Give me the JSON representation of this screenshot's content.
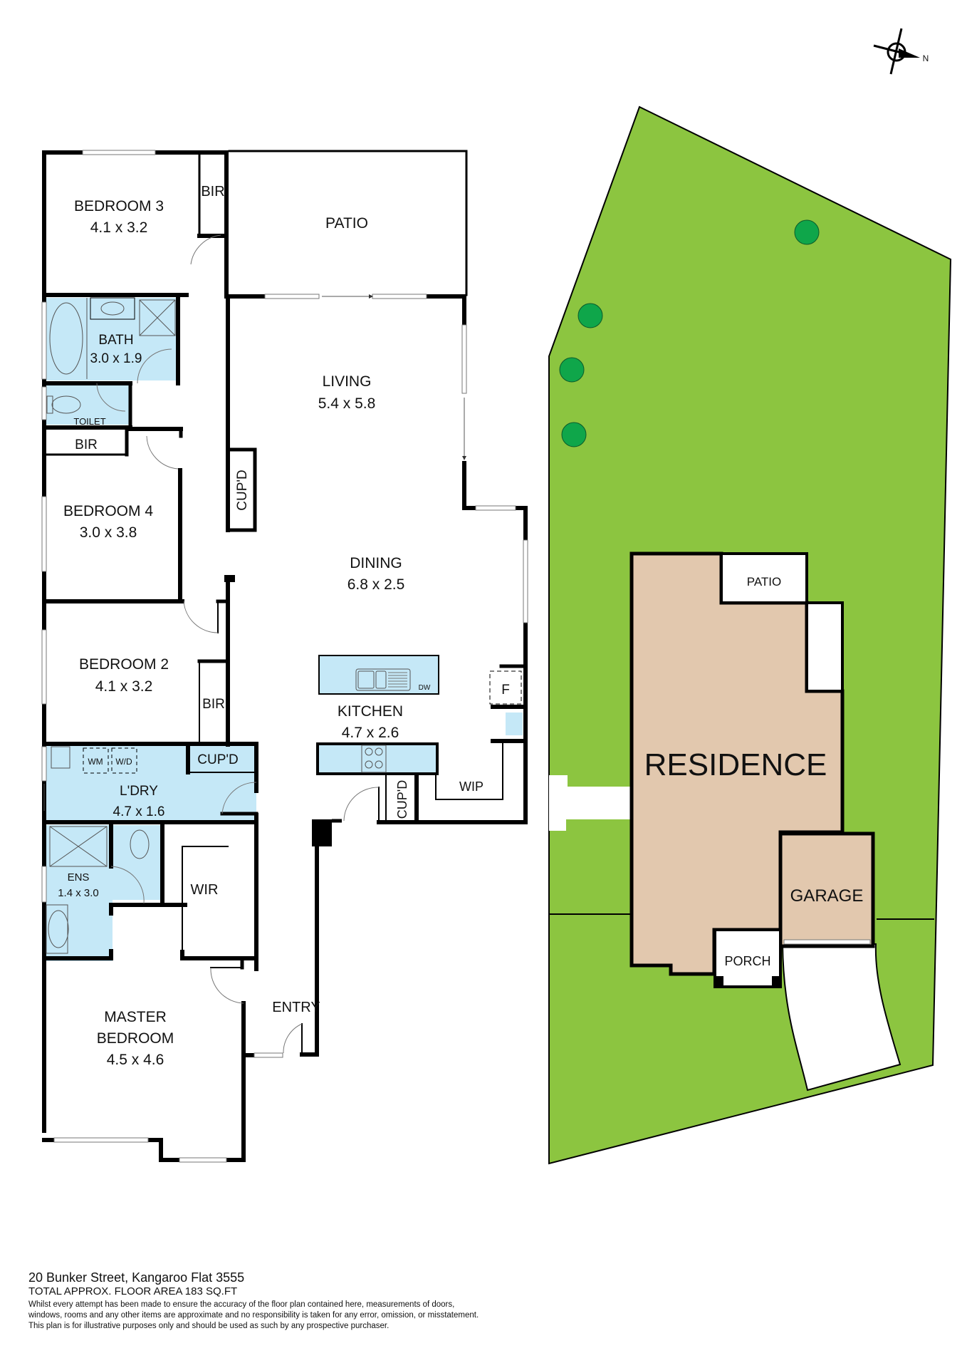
{
  "compass": {
    "label": "N"
  },
  "rooms": {
    "bedroom3": {
      "name": "BEDROOM 3",
      "dims": "4.1 x 3.2"
    },
    "bir_top": {
      "name": "BIR"
    },
    "patio": {
      "name": "PATIO"
    },
    "bath": {
      "name": "BATH",
      "dims": "3.0 x 1.9"
    },
    "toilet": {
      "name": "TOILET"
    },
    "bir_mid": {
      "name": "BIR"
    },
    "living": {
      "name": "LIVING",
      "dims": "5.4 x 5.8"
    },
    "cupd_hall": {
      "name": "CUP'D"
    },
    "bedroom4": {
      "name": "BEDROOM 4",
      "dims": "3.0 x 3.8"
    },
    "dining": {
      "name": "DINING",
      "dims": "6.8 x 2.5"
    },
    "bedroom2": {
      "name": "BEDROOM 2",
      "dims": "4.1 x 3.2"
    },
    "bir_bed2": {
      "name": "BIR"
    },
    "kitchen": {
      "name": "KITCHEN",
      "dims": "4.7 x 2.6"
    },
    "dw": {
      "name": "DW"
    },
    "fridge": {
      "name": "F"
    },
    "cupd_ldry": {
      "name": "CUP'D"
    },
    "wm": {
      "name": "WM"
    },
    "wd": {
      "name": "W/D"
    },
    "laundry": {
      "name": "L'DRY",
      "dims": "4.7 x 1.6"
    },
    "cupd_kitchen": {
      "name": "CUP'D"
    },
    "wip": {
      "name": "WIP"
    },
    "ensuite": {
      "name": "ENS",
      "dims": "1.4 x 3.0"
    },
    "wir": {
      "name": "WIR"
    },
    "entry": {
      "name": "ENTRY"
    },
    "master": {
      "line1": "MASTER",
      "line2": "BEDROOM",
      "dims": "4.5 x 4.6"
    }
  },
  "site": {
    "residence": "RESIDENCE",
    "patio": "PATIO",
    "garage": "GARAGE",
    "porch": "PORCH",
    "colors": {
      "lawn": "#8cc540",
      "residence": "#e2c8ae",
      "tree": "#0fa64a",
      "wet_area": "#c5e8f7"
    }
  },
  "footer": {
    "address": "20 Bunker Street, Kangaroo Flat 3555",
    "area": "TOTAL APPROX. FLOOR AREA 183 SQ.FT",
    "disclaimer_1": "Whilst every attempt has been made to ensure the accuracy of the floor plan contained here, measurements of doors,",
    "disclaimer_2": "windows, rooms and any other items are approximate and no responsibility is taken for any error, omission, or misstatement.",
    "disclaimer_3": "This plan is for illustrative purposes only and should be used as such by any prospective purchaser."
  }
}
